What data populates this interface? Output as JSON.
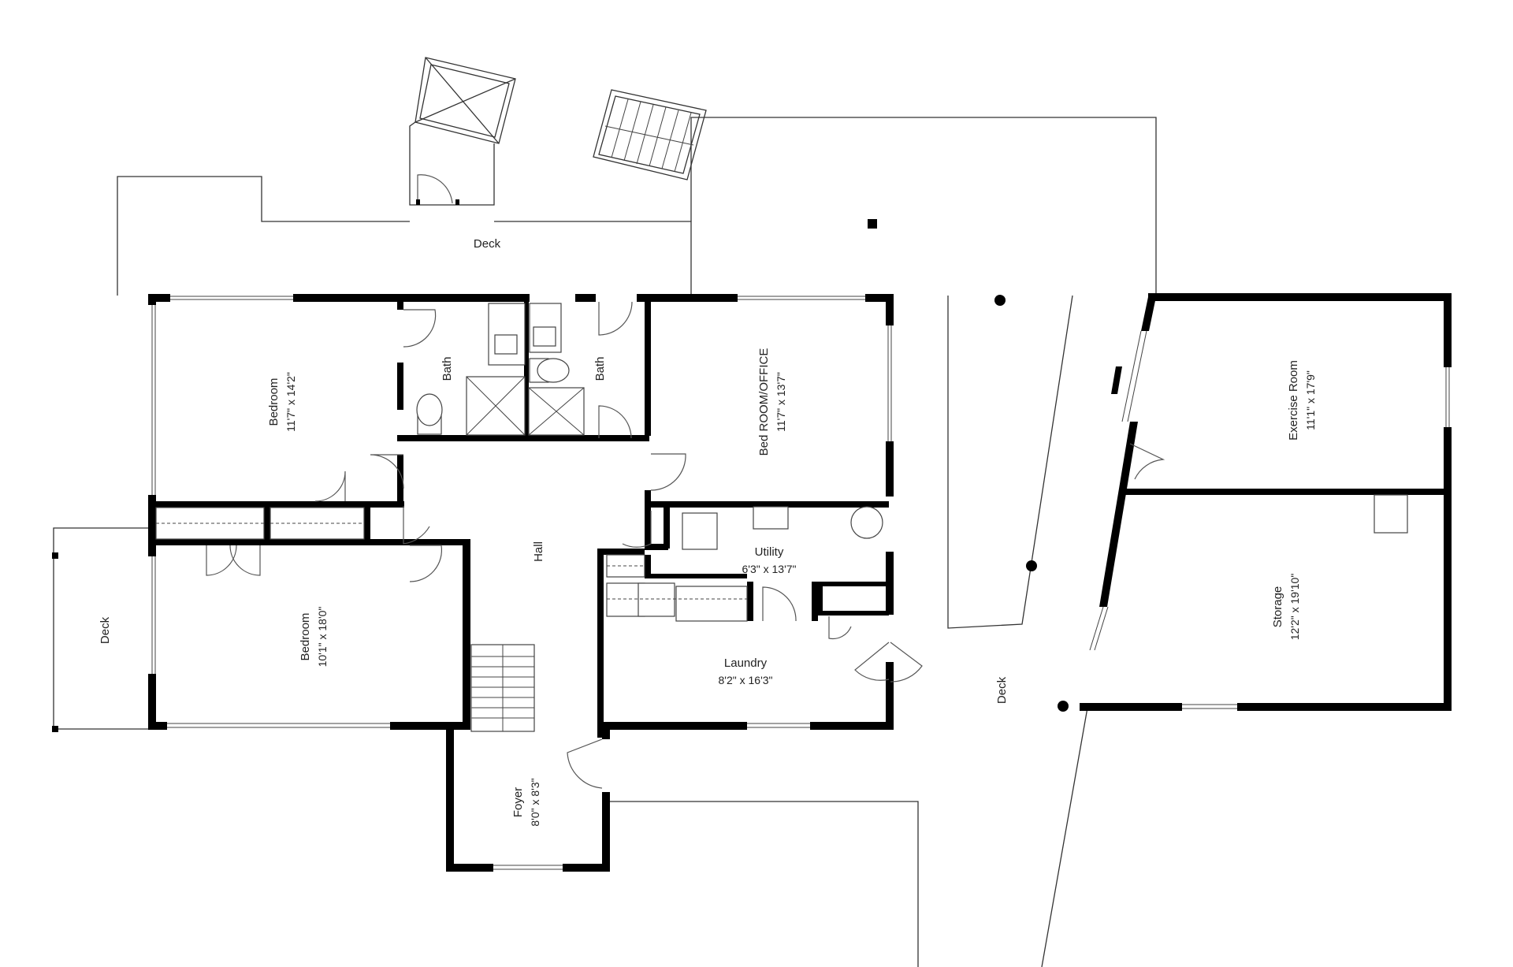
{
  "rooms": {
    "deck_top": {
      "name": "Deck"
    },
    "deck_left": {
      "name": "Deck"
    },
    "deck_right": {
      "name": "Deck"
    },
    "bedroom_1": {
      "name": "Bedroom",
      "size": "11'7\" x 14'2\""
    },
    "bath_1": {
      "name": "Bath"
    },
    "bath_2": {
      "name": "Bath"
    },
    "bed_office": {
      "name": "Bed ROOM/OFFICE",
      "size": "11'7\" x 13'7\""
    },
    "exercise": {
      "name": "Exercise Room",
      "size": "11'1\" x 17'9\""
    },
    "storage": {
      "name": "Storage",
      "size": "12'2\" x 19'10\""
    },
    "hall": {
      "name": "Hall"
    },
    "utility": {
      "name": "Utility",
      "size": "6'3\" x 13'7\""
    },
    "bedroom_2": {
      "name": "Bedroom",
      "size": "10'1\" x 18'0\""
    },
    "laundry": {
      "name": "Laundry",
      "size": "8'2\" x 16'3\""
    },
    "foyer": {
      "name": "Foyer",
      "size": "8'0\" x 8'3\""
    }
  }
}
